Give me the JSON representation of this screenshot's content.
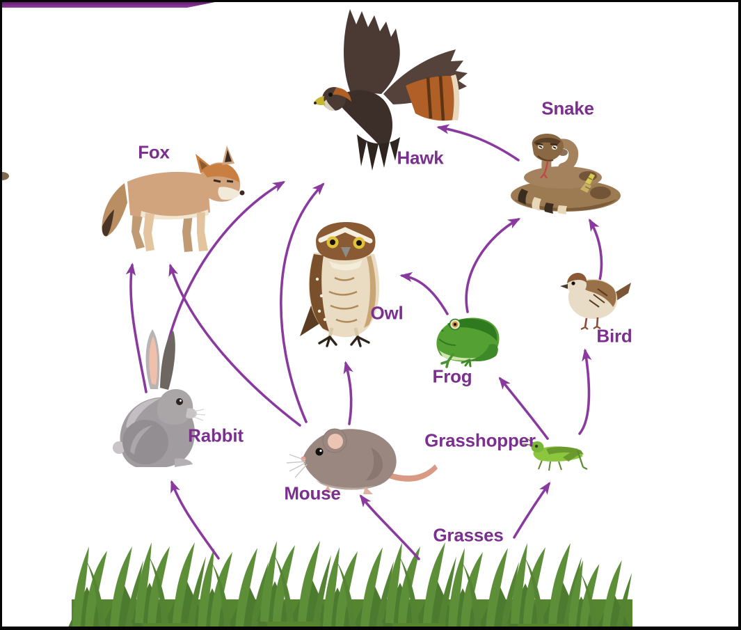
{
  "page": {
    "kind": "food-web-diagram"
  },
  "colors": {
    "label_text": "#7b2f8e",
    "arrow": "#8a3a9e",
    "top_bar": "#7e2f8c",
    "frame_border": "#060606",
    "grass_green": "#5d8f39",
    "grass_dark": "#4c7a2e",
    "background": "#ffffff"
  },
  "diagram": {
    "type": "food-web",
    "nodes": [
      {
        "id": "fox",
        "label": "Fox"
      },
      {
        "id": "hawk",
        "label": "Hawk"
      },
      {
        "id": "snake",
        "label": "Snake"
      },
      {
        "id": "owl",
        "label": "Owl"
      },
      {
        "id": "frog",
        "label": "Frog"
      },
      {
        "id": "bird",
        "label": "Bird"
      },
      {
        "id": "rabbit",
        "label": "Rabbit"
      },
      {
        "id": "mouse",
        "label": "Mouse"
      },
      {
        "id": "grasshopper",
        "label": "Grasshopper"
      },
      {
        "id": "grasses",
        "label": "Grasses"
      }
    ],
    "edges": [
      {
        "from": "grasses",
        "to": "rabbit"
      },
      {
        "from": "grasses",
        "to": "mouse"
      },
      {
        "from": "grasses",
        "to": "grasshopper"
      },
      {
        "from": "rabbit",
        "to": "fox"
      },
      {
        "from": "rabbit",
        "to": "hawk"
      },
      {
        "from": "mouse",
        "to": "fox"
      },
      {
        "from": "mouse",
        "to": "hawk"
      },
      {
        "from": "mouse",
        "to": "owl"
      },
      {
        "from": "grasshopper",
        "to": "frog"
      },
      {
        "from": "grasshopper",
        "to": "bird"
      },
      {
        "from": "frog",
        "to": "owl"
      },
      {
        "from": "frog",
        "to": "snake"
      },
      {
        "from": "bird",
        "to": "snake"
      },
      {
        "from": "snake",
        "to": "hawk"
      }
    ]
  }
}
